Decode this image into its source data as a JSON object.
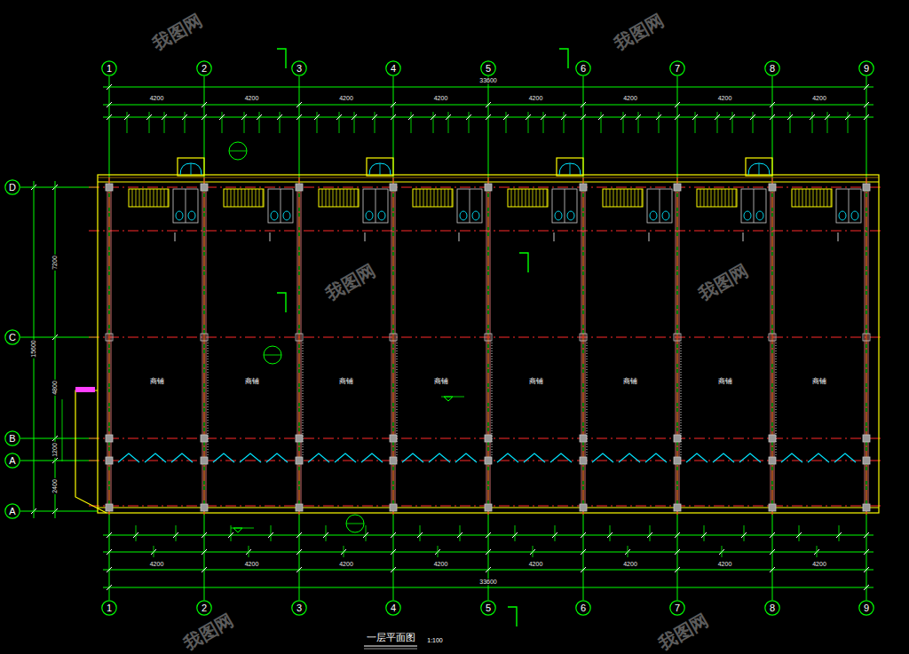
{
  "diagram": {
    "title": "一层平面图",
    "nodes": [
      {
        "text": [
          "1"
        ]
      },
      {
        "text": [
          "2"
        ]
      },
      {
        "text": [
          "3"
        ]
      },
      {
        "text": [
          "4"
        ]
      },
      {
        "text": [
          "5"
        ]
      },
      {
        "text": [
          "6"
        ]
      },
      {
        "text": [
          "7"
        ]
      },
      {
        "text": [
          "8"
        ]
      },
      {
        "text": [
          "9"
        ]
      },
      {
        "text": [
          "D"
        ]
      },
      {
        "text": [
          "C"
        ]
      },
      {
        "text": [
          "B"
        ]
      },
      {
        "text": [
          "A"
        ]
      },
      {
        "text": [
          "A"
        ]
      },
      {
        "text": [
          "1"
        ]
      },
      {
        "text": [
          "2"
        ]
      },
      {
        "text": [
          "3"
        ]
      },
      {
        "text": [
          "4"
        ]
      },
      {
        "text": [
          "5"
        ]
      },
      {
        "text": [
          "6"
        ]
      },
      {
        "text": [
          "7"
        ]
      },
      {
        "text": [
          "8"
        ]
      },
      {
        "text": [
          "9"
        ]
      }
    ],
    "edges": [
      {
        "from": 0,
        "to": 14,
        "arrow": "none"
      },
      {
        "from": 1,
        "to": 15,
        "arrow": "none"
      },
      {
        "from": 2,
        "to": 16,
        "arrow": "none"
      },
      {
        "from": 3,
        "to": 17,
        "arrow": "none"
      },
      {
        "from": 4,
        "to": 18,
        "arrow": "none"
      },
      {
        "from": 5,
        "to": 19,
        "arrow": "none"
      },
      {
        "from": 6,
        "to": 20,
        "arrow": "none"
      },
      {
        "from": 7,
        "to": 21,
        "arrow": "none"
      },
      {
        "from": 8,
        "to": 22,
        "arrow": "none"
      }
    ],
    "labels": [
      "33600",
      "4200",
      "4200",
      "4200",
      "4200",
      "4200",
      "4200",
      "4200",
      "4200",
      "4200",
      "4200",
      "4200",
      "4200",
      "4200",
      "4200",
      "4200",
      "4200",
      "33600",
      "7200",
      "4800",
      "1200",
      "2400",
      "15600",
      "商铺",
      "商铺",
      "商铺",
      "商铺",
      "商铺",
      "商铺",
      "商铺",
      "商铺",
      "1:100",
      "我图网",
      "我图网",
      "我图网",
      "我图网",
      "我图网",
      "我图网"
    ]
  }
}
